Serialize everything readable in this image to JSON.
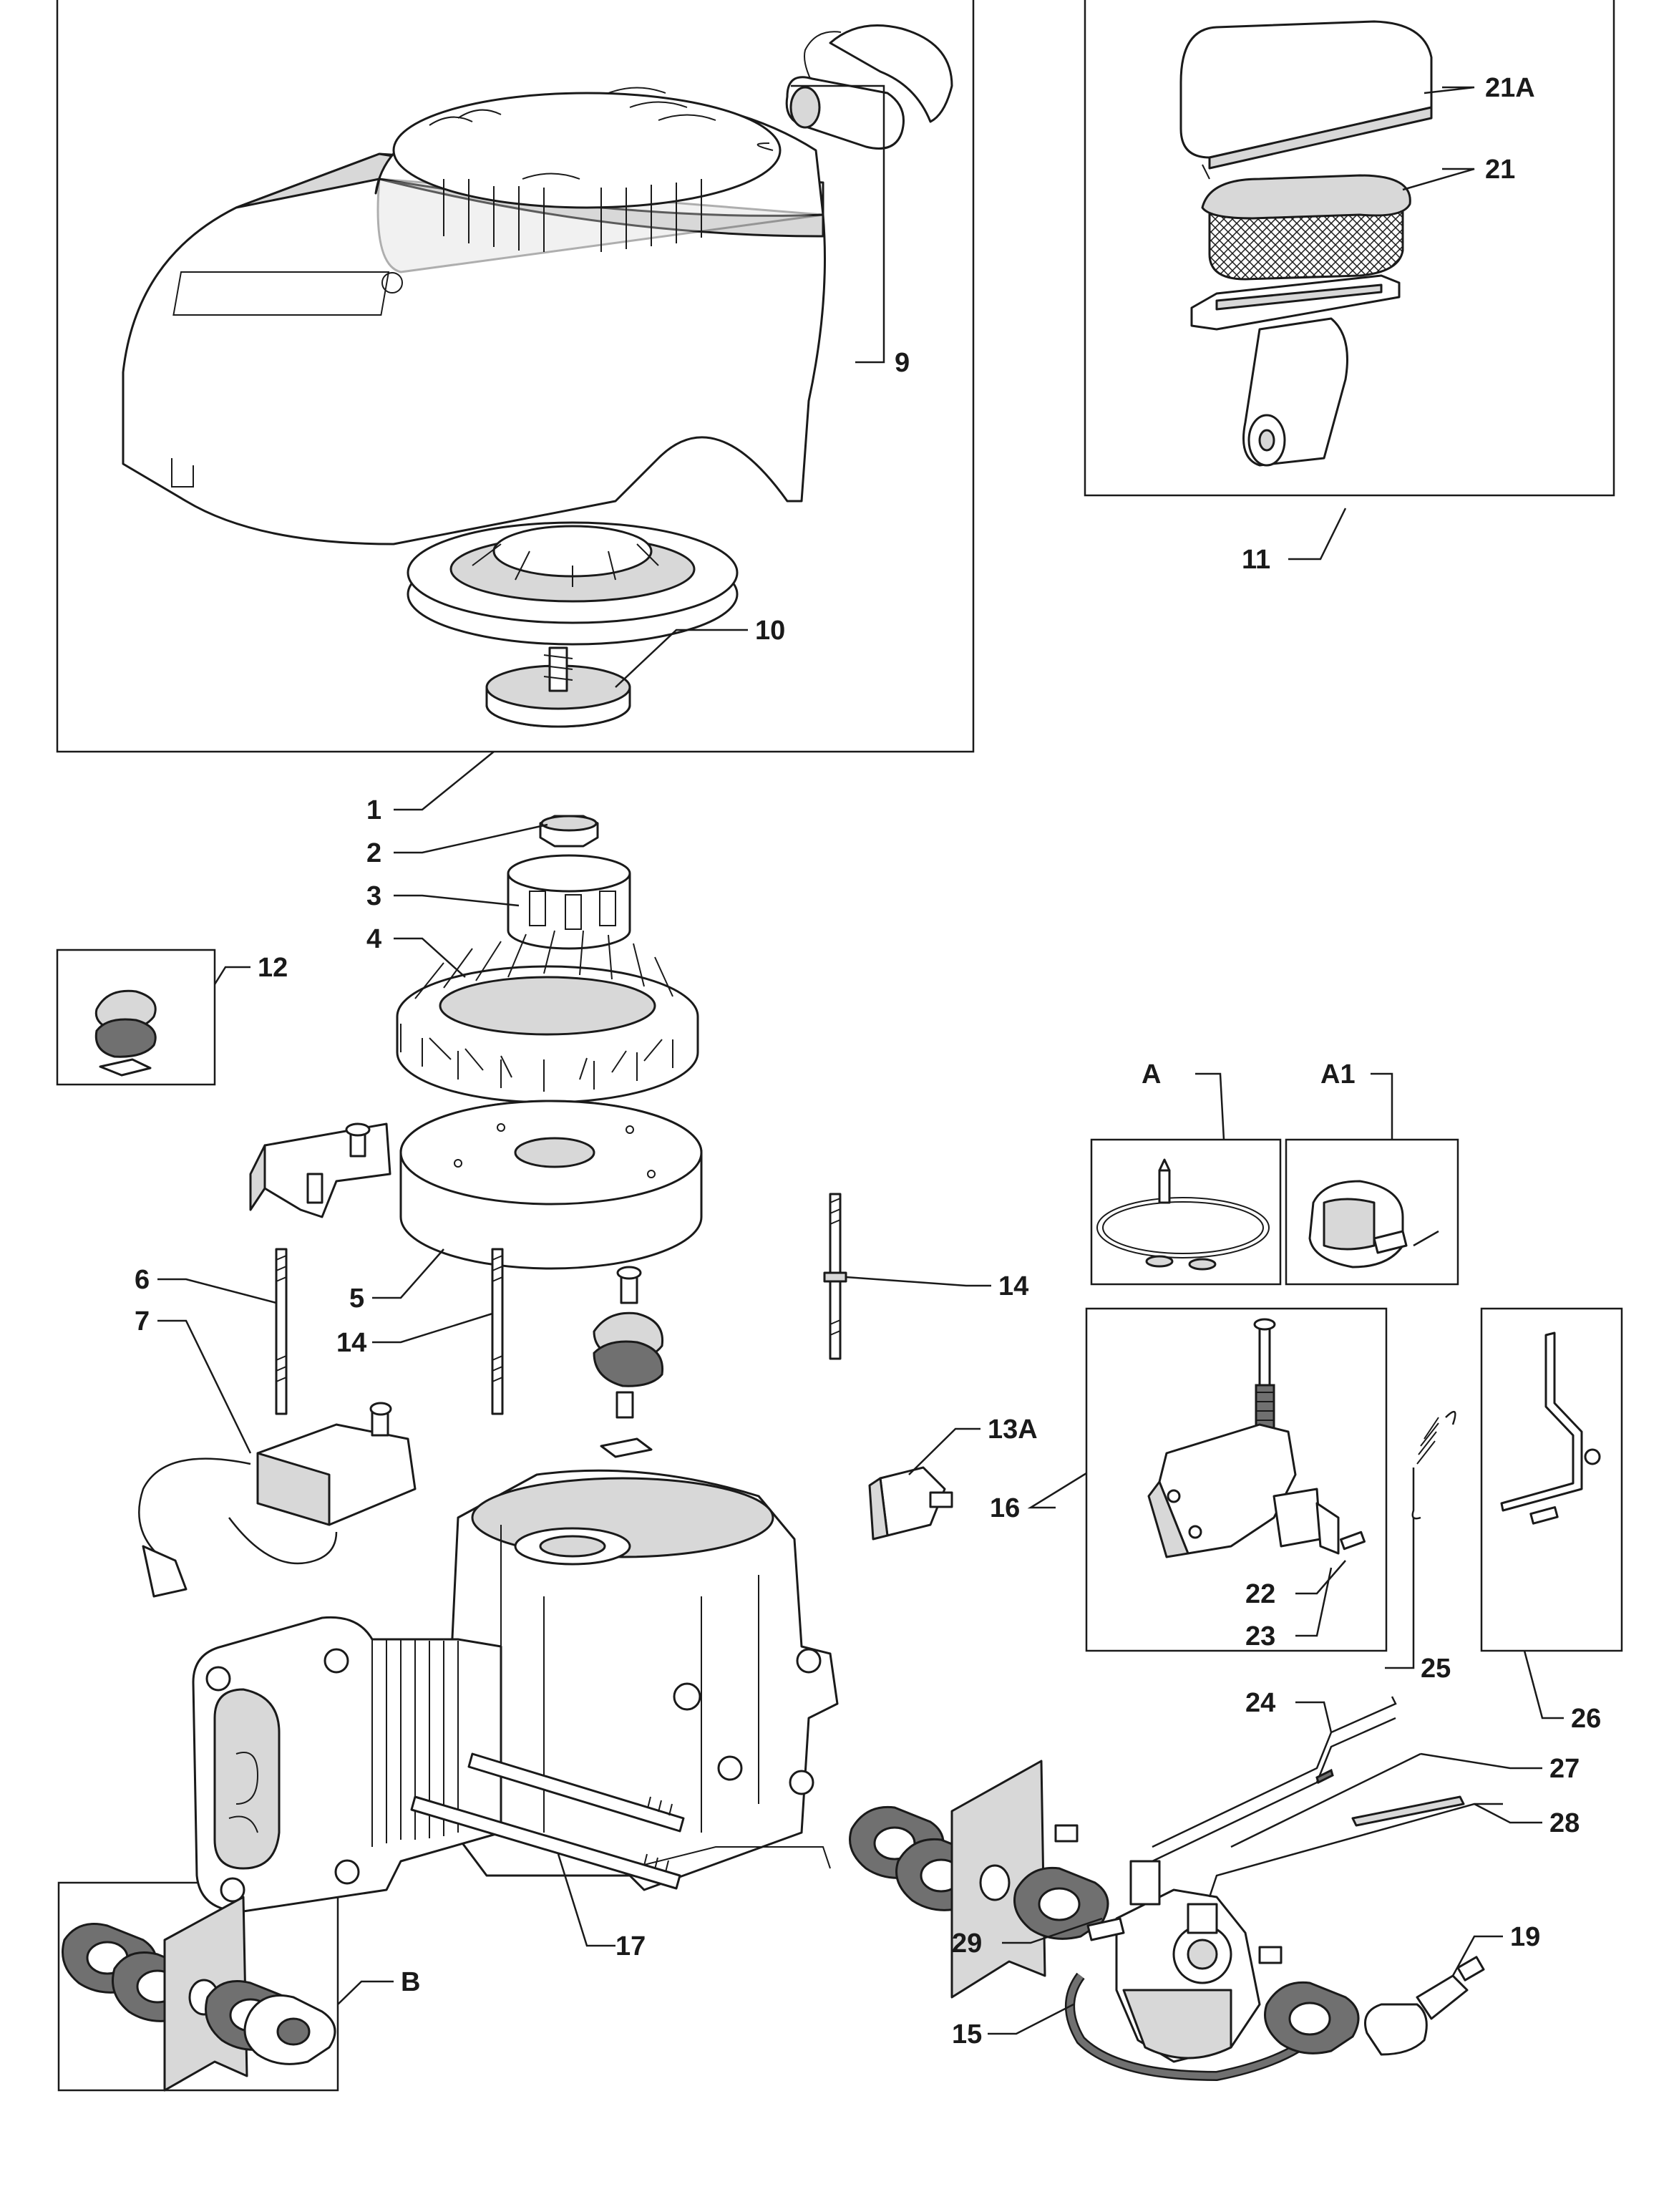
{
  "callouts": {
    "c1": "1",
    "c2": "2",
    "c3": "3",
    "c4": "4",
    "c5": "5",
    "c6": "6",
    "c7": "7",
    "c9": "9",
    "c10": "10",
    "c11": "11",
    "c12": "12",
    "c13A": "13A",
    "c14a": "14",
    "c14b": "14",
    "c15": "15",
    "c16": "16",
    "c17": "17",
    "c19": "19",
    "c21": "21",
    "c21A": "21A",
    "c22": "22",
    "c23": "23",
    "c24": "24",
    "c25": "25",
    "c26": "26",
    "c27": "27",
    "c28": "28",
    "c29": "29",
    "cA": "A",
    "cA1": "A1",
    "cB": "B"
  },
  "colors": {
    "line": "#1a1a1a",
    "shade": "#d8d8d8",
    "dark": "#707070",
    "background": "#ffffff"
  }
}
